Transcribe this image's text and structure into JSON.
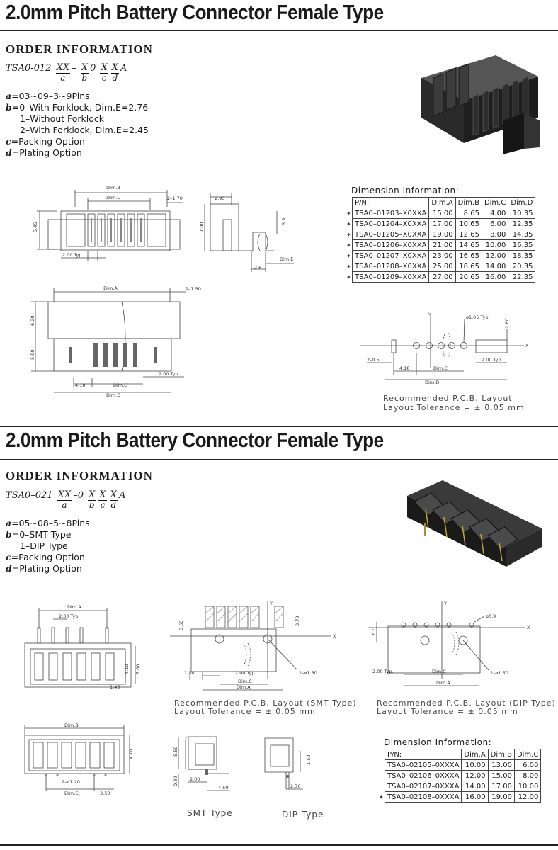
{
  "section1": {
    "title": "2.0mm Pitch Battery Connector Female Type",
    "order_heading": "ORDER  INFORMATION",
    "code": {
      "prefix": "TSA0-012",
      "parts": [
        {
          "n": "XX",
          "d": "a"
        },
        {
          "sep": "–"
        },
        {
          "n": "X",
          "d": "b"
        },
        {
          "sep": "0"
        },
        {
          "n": "X",
          "d": "c"
        },
        {
          "n": "X",
          "d": "d"
        }
      ],
      "suffix": "A"
    },
    "options": [
      {
        "key": "a",
        "text": "=03~09–3~9Pins"
      },
      {
        "key": "b",
        "text": "=0–With Forklock, Dim.E=2.76"
      },
      {
        "key": "",
        "text": "1–Without Forklock"
      },
      {
        "key": "",
        "text": "2–With Forklock, Dim.E=2.45"
      },
      {
        "key": "c",
        "text": "=Packing  Option"
      },
      {
        "key": "d",
        "text": "=Plating  Option"
      }
    ],
    "dimension_title": "Dimension  Information:",
    "table": {
      "headers": [
        "P/N:",
        "Dim.A",
        "Dim.B",
        "Dim.C",
        "Dim.D"
      ],
      "rows": [
        [
          "TSA0–01203–X0XXA",
          "15.00",
          "8.65",
          "4.00",
          "10.35"
        ],
        [
          "TSA0–01204–X0XXA",
          "17.00",
          "10.65",
          "6.00",
          "12.35"
        ],
        [
          "TSA0–01205–X0XXA",
          "19.00",
          "12.65",
          "8.00",
          "14.35"
        ],
        [
          "TSA0–01206–X0XXA",
          "21.00",
          "14.65",
          "10.00",
          "16.35"
        ],
        [
          "TSA0–01207–X0XXA",
          "23.00",
          "16.65",
          "12.00",
          "18.35"
        ],
        [
          "TSA0–01208–X0XXA",
          "25.00",
          "18.65",
          "14.00",
          "20.35"
        ],
        [
          "TSA0–01209–X0XXA",
          "27.00",
          "20.65",
          "16.00",
          "22.35"
        ]
      ]
    },
    "drawing_labels": {
      "dimB": "Dim.B",
      "dimC": "Dim.C",
      "d2_170": "2–1.70",
      "d545": "5.45",
      "d200typ": "2.00 Typ.",
      "d295": "2.95",
      "d700": "7.00",
      "d39": "3.9",
      "d26": "2.6",
      "dimE": "Dim.E",
      "dimA": "Dim.A",
      "d2_150": "2–1.50",
      "d620": "6.20",
      "d500": "5.00",
      "d418": "4.18",
      "dimC2": "Dim.C",
      "dimD": "Dim.D",
      "d200typ2": "2.00 Typ.",
      "phi105": "ø1.05 Typ.",
      "d260": "2.60",
      "d2_05": "2–0.5",
      "d418b": "4.18",
      "dimCb": "Dim.C",
      "dimDb": "Dim.D",
      "d200typ3": "2.00 Typ.",
      "axisX": "X",
      "axisY": "Y"
    },
    "pcb_note": [
      "Recommended   P.C.B.  Layout",
      "Layout  Tolerance  =  ±  0.05  mm"
    ]
  },
  "section2": {
    "title": "2.0mm Pitch Battery Connector Female Type",
    "order_heading": "ORDER  INFORMATION",
    "code": {
      "prefix": "TSA0–021",
      "parts": [
        {
          "n": "XX",
          "d": "a"
        },
        {
          "sep": "–0"
        },
        {
          "n": "X",
          "d": "b"
        },
        {
          "n": "X",
          "d": "c"
        },
        {
          "n": "X",
          "d": "d"
        }
      ],
      "suffix": "A"
    },
    "options": [
      {
        "key": "a",
        "text": "=05~08–5~8Pins"
      },
      {
        "key": "b",
        "text": "=0–SMT  Type"
      },
      {
        "key": "",
        "text": "1–DIP  Type"
      },
      {
        "key": "c",
        "text": "=Packing  Option"
      },
      {
        "key": "d",
        "text": "=Plating  Option"
      }
    ],
    "dimension_title": "Dimension  Information:",
    "table": {
      "headers": [
        "P/N:",
        "Dim.A",
        "Dim.B",
        "Dim.C"
      ],
      "rows": [
        [
          "TSA0–02105–0XXXA",
          "10.00",
          "13.00",
          "6.00"
        ],
        [
          "TSA0–02106–0XXXA",
          "12.00",
          "15.00",
          "8.00"
        ],
        [
          "TSA0–02107–0XXXA",
          "14.00",
          "17.00",
          "10.00"
        ],
        [
          "TSA0–02108–0XXXA",
          "16.00",
          "19.00",
          "12.00"
        ]
      ]
    },
    "drawing_labels": {
      "dimA": "Dim.A",
      "d200typ": "2.00 Typ.",
      "d410": "4.10",
      "d500": "5.00",
      "d145": "1.45",
      "d365": "3.65",
      "d370": "3.70",
      "d130": "1.30",
      "d200typ2": "2.00 Typ.",
      "dimC": "Dim.C",
      "dimA2": "Dim.A",
      "d2_phi150": "2–ø1.50",
      "d27": "2.7",
      "phi09": "ø0.9",
      "d200typ3": "2.00 Typ.",
      "dimC3": "Dim.C",
      "dimA3": "Dim.A",
      "d2_phi150b": "2–ø1.50",
      "dimB": "Dim.B",
      "d470": "4.70",
      "d2_120": "2–ø1.20",
      "dimCb": "Dim.C",
      "d350": "3.50",
      "d550": "5.50",
      "d080": "0.80",
      "d200": "2.00",
      "d450": "4.50",
      "d150": "1.50",
      "d270": "2.70",
      "axisX": "X",
      "axisY": "Y"
    },
    "smt_note": [
      "Recommended   P.C.B.  Layout  (SMT  Type)",
      "Layout  Tolerance  =  ±  0.05  mm"
    ],
    "dip_note": [
      "Recommended   P.C.B.  Layout  (DIP  Type)",
      "Layout  Tolerance  =  ±  0.05  mm"
    ],
    "smt_label": "SMT  Type",
    "dip_label": "DIP  Type"
  }
}
